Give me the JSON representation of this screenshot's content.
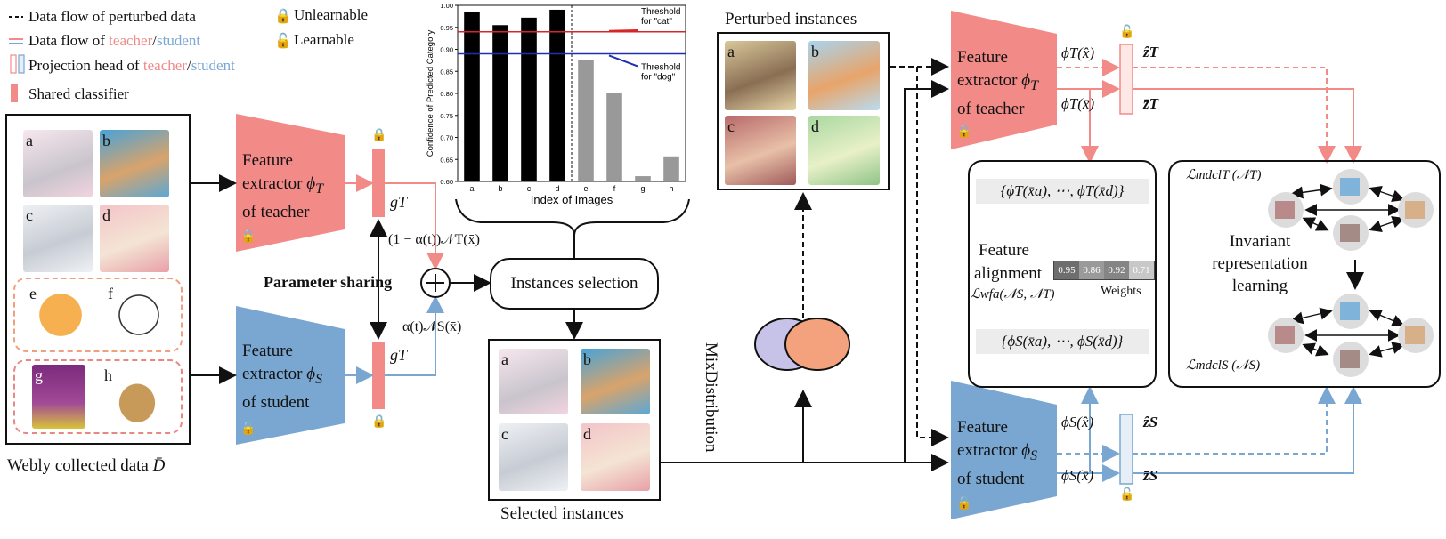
{
  "legend": {
    "perturbed_flow": "Data flow of perturbed data",
    "teacher_student_flow_prefix": "Data flow of ",
    "teacher_word": "teacher",
    "slash": "/",
    "student_word": "student",
    "projection_prefix": "Projection head of ",
    "shared_classifier": "Shared classifier",
    "unlearnable": "Unlearnable",
    "learnable": "Learnable"
  },
  "webly_data": {
    "caption": "Webly collected data",
    "caption_symbol": "D̄",
    "image_labels": [
      "a",
      "b",
      "c",
      "d",
      "e",
      "f",
      "g",
      "h"
    ]
  },
  "teacher_extractor": {
    "line1": "Feature",
    "line2": "extractor",
    "symbol": "ϕ",
    "sub": "T",
    "line3": "of teacher"
  },
  "student_extractor": {
    "line1": "Feature",
    "line2": "extractor",
    "symbol": "ϕ",
    "sub": "S",
    "line3": "of student"
  },
  "classifier_top_label": "gT",
  "classifier_bottom_label": "gT",
  "parameter_sharing": "Parameter sharing",
  "teacher_term": "(1 − α(t))𝒩T(x̄)",
  "student_term": "α(t)𝒩S(x̄)",
  "instances_selection": "Instances selection",
  "selected_instances": {
    "caption": "Selected instances",
    "labels": [
      "a",
      "b",
      "c",
      "d"
    ]
  },
  "perturbed_instances": {
    "caption": "Perturbed instances",
    "labels": [
      "a",
      "b",
      "c",
      "d"
    ]
  },
  "mixdistribution": "MixDistribution",
  "chart_data": {
    "type": "bar",
    "categories": [
      "a",
      "b",
      "c",
      "d",
      "e",
      "f",
      "g",
      "h"
    ],
    "values": [
      0.985,
      0.955,
      0.972,
      0.99,
      0.875,
      0.802,
      0.612,
      0.657
    ],
    "colors": [
      "#000000",
      "#000000",
      "#000000",
      "#000000",
      "#999999",
      "#999999",
      "#999999",
      "#999999"
    ],
    "xlabel": "Index of Images",
    "ylabel": "Confidence of Predicted Category",
    "ylim": [
      0.6,
      1.0
    ],
    "yticks": [
      "0.60",
      "0.65",
      "0.70",
      "0.75",
      "0.80",
      "0.85",
      "0.90",
      "0.95",
      "1.00"
    ],
    "thresholds": [
      {
        "value": 0.94,
        "color": "#d62728",
        "label": "Threshold\nfor \"cat\""
      },
      {
        "value": 0.89,
        "color": "#1f2fb4",
        "label": "Threshold\nfor \"dog\""
      }
    ],
    "divider_after": "d",
    "grid": false
  },
  "teacher_branch": {
    "phi_hat": "ϕT(x̂)",
    "phi_bar": "ϕT(x̄)",
    "z_hat": "ẑT",
    "z_bar": "z̄T"
  },
  "student_branch": {
    "phi_hat": "ϕS(x̂)",
    "phi_bar": "ϕS(x̄)",
    "z_hat": "ẑS",
    "z_bar": "z̄S"
  },
  "feature_alignment": {
    "top_set": "{ϕT(x̄a), ⋯, ϕT(x̄d)}",
    "bottom_set": "{ϕS(x̄a), ⋯, ϕS(x̄d)}",
    "title_line1": "Feature",
    "title_line2": "alignment",
    "loss": "ℒwfa(𝒩S, 𝒩T)",
    "weights": [
      "0.95",
      "0.86",
      "0.92",
      "0.71"
    ],
    "weights_label": "Weights"
  },
  "invariant": {
    "title_line1": "Invariant",
    "title_line2": "representation",
    "title_line3": "learning",
    "loss_top": "ℒmdclT (𝒩T)",
    "loss_bottom": "ℒmdclS (𝒩S)"
  },
  "colors": {
    "teacher": "#f28a88",
    "student": "#79a7d1",
    "black": "#000000",
    "bar_gray": "#999999"
  }
}
